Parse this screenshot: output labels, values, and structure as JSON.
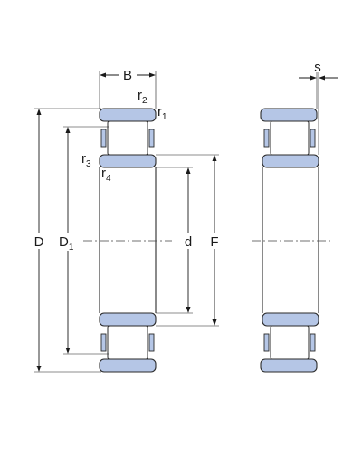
{
  "labels": {
    "B": "B",
    "s": "s",
    "r2": "r",
    "r2_sub": "2",
    "r1": "r",
    "r1_sub": "1",
    "r3": "r",
    "r3_sub": "3",
    "r4": "r",
    "r4_sub": "4",
    "D": "D",
    "D1": "D",
    "D1_sub": "1",
    "d": "d",
    "F": "F"
  },
  "colors": {
    "ring_fill": "#b5c6e6",
    "line": "#1a1a1a"
  }
}
